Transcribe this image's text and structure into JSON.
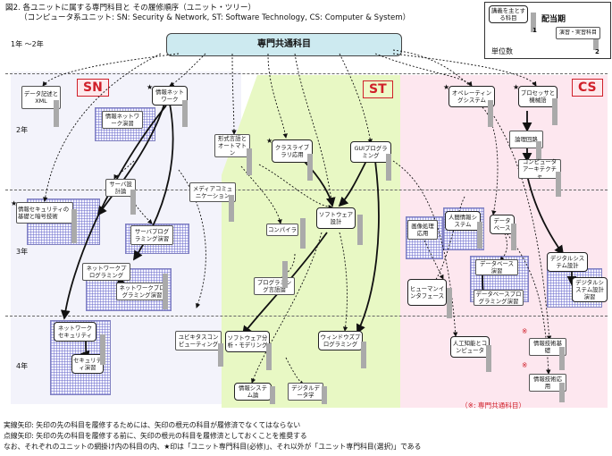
{
  "header": {
    "title": "図2. 各ユニットに属する専門科目と その履修順序（ユニット・ツリー）",
    "subtitle": "（コンピュータ系ユニット: SN: Security & Network, ST: Software Technology, CS: Computer & System）"
  },
  "legend": {
    "lecture_label": "講義を主とする科目",
    "lab_label": "演習・実習科目",
    "period_label": "配当期",
    "period_num_1": "1",
    "period_num_2": "2",
    "credit_label": "単位数"
  },
  "years": {
    "y12": "1年 ～2年",
    "y2": "2年",
    "y3": "3年",
    "y4": "4年"
  },
  "units": {
    "sn": "SN",
    "st": "ST",
    "cs": "CS"
  },
  "common": {
    "label": "専門共通科目"
  },
  "courses": {
    "data_xml": "データ記述とXML",
    "info_net": "情報ネットワーク",
    "info_net_lab": "情報ネットワーク演習",
    "formal_lang": "形式言語とオートマトン",
    "class_lib": "クラスライブラリ応用",
    "gui": "GUIプログラミング",
    "os": "オペレーティングシステム",
    "processor": "プロセッサと機械語",
    "logic": "論理回路",
    "arch": "コンピュータアーキテクチャ",
    "security_basics": "情報セキュリティの基礎と暗号技術",
    "server_design": "サーバ設計論",
    "server_prog": "サーバプログラミング演習",
    "media": "メディアコミュニケーション",
    "compiler": "コンパイラ",
    "sw_design": "ソフトウェア設計",
    "image_app": "画像処理応用",
    "hci_system": "人間情報システム",
    "database": "データベース",
    "db_lab": "データベース演習",
    "db_prog": "データベースプログラミング演習",
    "digital_design": "デジタルシステム設計",
    "digital_lab": "デジタルシステム設計演習",
    "net_prog": "ネットワークプログラミング",
    "net_prog_lab": "ネットワークプログラミング演習",
    "prog_lang": "プログラミング言語論",
    "hi": "ヒューマンインタフェース",
    "net_security": "ネットワークセキュリティ",
    "security_lab": "セキュリティ演習",
    "ubiquitous": "ユビキタスコンピューティング",
    "sw_analysis": "ソフトウェア分析・モデリング",
    "window_prog": "ウィンドウズプログラミング",
    "ai": "人工知能とコンピュータ",
    "info_tech": "情報技術基礎",
    "info_tech_app": "情報技術応用",
    "info_sys": "情報システム論",
    "digital_data": "デジタルデータ学"
  },
  "notes": {
    "common_mark_1": "※",
    "common_mark_2": "※",
    "common_note": "（※: 専門共通科目）"
  },
  "footer": {
    "line1": "実線矢印: 矢印の先の科目を履修するためには、矢印の根元の科目が履修済でなくてはならない",
    "line2": "点線矢印: 矢印の先の科目を履修する前に、矢印の根元の科目を履修済としておくことを推奨する",
    "line3": "なお、それぞれのユニットの網掛け内の科目の内、★印は「ユニット専門科目(必修)」、それ以外が「ユニット専門科目(選択)」である"
  }
}
